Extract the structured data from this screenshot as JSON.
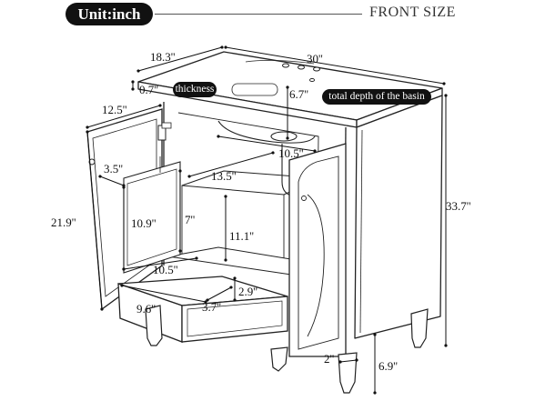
{
  "header": {
    "unit_badge": "Unit:inch",
    "view_title": "FRONT SIZE"
  },
  "callouts": {
    "thickness_label": "thickness",
    "basin_depth_label": "total depth of the basin"
  },
  "dimensions": {
    "side_depth": "18.3''",
    "top_width": "30''",
    "thickness": "0.7''",
    "basin_depth": "6.7''",
    "door_width": "12.5''",
    "basin_opening": "10.5''",
    "shelf_clearance": "3.5''",
    "shelf_depth": "13.5''",
    "total_height": "33.7''",
    "cabinet_height": "21.9''",
    "inner_height": "10.9''",
    "shelf_height": "7''",
    "center_height": "11.1''",
    "inner_width": "10.5''",
    "drawer_width": "9.6''",
    "drawer_depth": "3.7''",
    "drawer_height": "2.9''",
    "leg_width": "2''",
    "leg_height": "6.9''"
  }
}
